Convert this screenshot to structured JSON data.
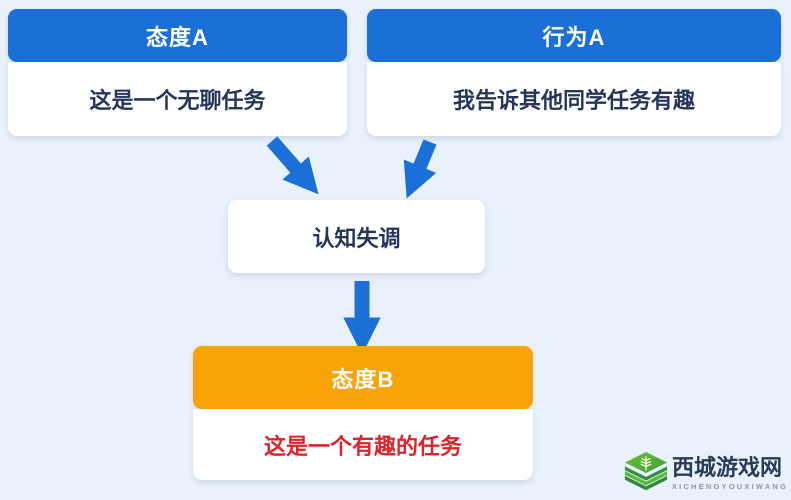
{
  "page": {
    "background_color": "#e9f1fb"
  },
  "palette": {
    "primary_blue": "#1b70d8",
    "accent_orange": "#faa307",
    "box_white": "#ffffff",
    "dark_navy_text": "#25365a",
    "red_text": "#e02328",
    "arrow_blue": "#1b70d8"
  },
  "flowchart": {
    "attitude_a": {
      "header": "态度A",
      "body": "这是一个无聊任务"
    },
    "behavior_a": {
      "header": "行为A",
      "body": "我告诉其他同学任务有趣"
    },
    "cognitive_dissonance": {
      "label": "认知失调"
    },
    "attitude_b": {
      "header": "态度B",
      "body": "这是一个有趣的任务"
    }
  },
  "watermark": {
    "site_name": "西城游戏网",
    "site_romanized": "XICHENGYOUXIWANG",
    "logo_icon": "wheat-stack-logo",
    "logo_green_light": "#5cb838",
    "logo_green_dark": "#2e8b3a"
  }
}
